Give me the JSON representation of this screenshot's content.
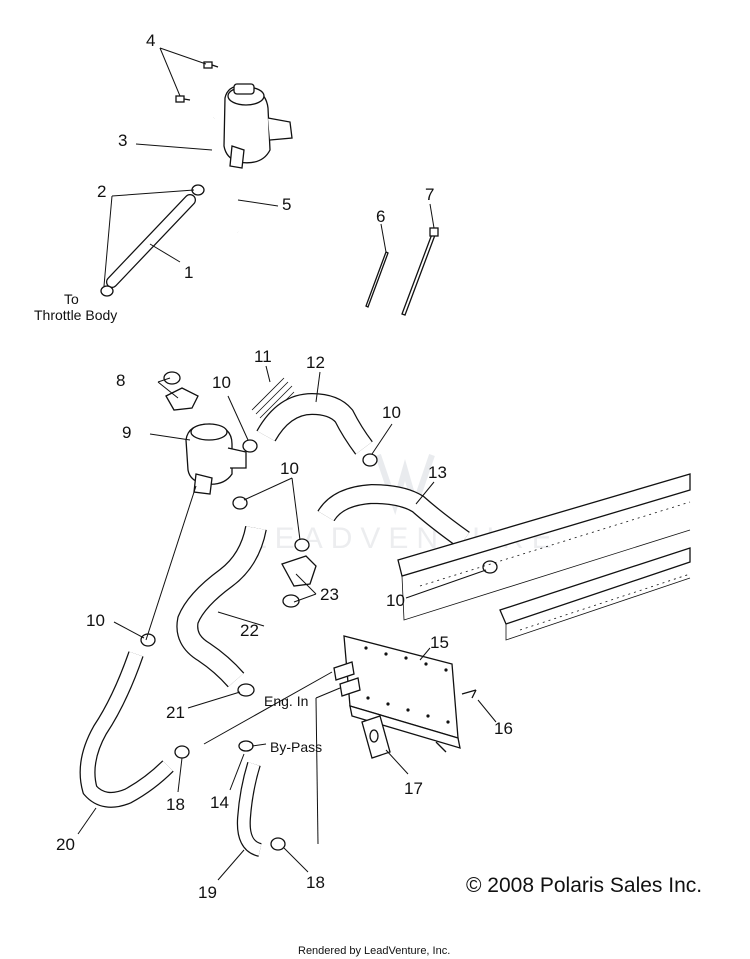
{
  "callouts": {
    "c1": "1",
    "c2": "2",
    "c3": "3",
    "c4": "4",
    "c5": "5",
    "c6": "6",
    "c7": "7",
    "c8": "8",
    "c9": "9",
    "c10a": "10",
    "c10b": "10",
    "c10c": "10",
    "c10d": "10",
    "c10e": "10",
    "c11": "11",
    "c12": "12",
    "c13": "13",
    "c14": "14",
    "c15": "15",
    "c16": "16",
    "c17": "17",
    "c18a": "18",
    "c18b": "18",
    "c19": "19",
    "c20": "20",
    "c21": "21",
    "c22": "22",
    "c23": "23"
  },
  "notes": {
    "to": "To",
    "throttle_body": "Throttle Body",
    "eng_in": "Eng. In",
    "by_pass": "By-Pass"
  },
  "copyright": "© 2008 Polaris Sales Inc.",
  "footer": "Rendered by LeadVenture, Inc.",
  "watermark": "LEADVENTURE"
}
